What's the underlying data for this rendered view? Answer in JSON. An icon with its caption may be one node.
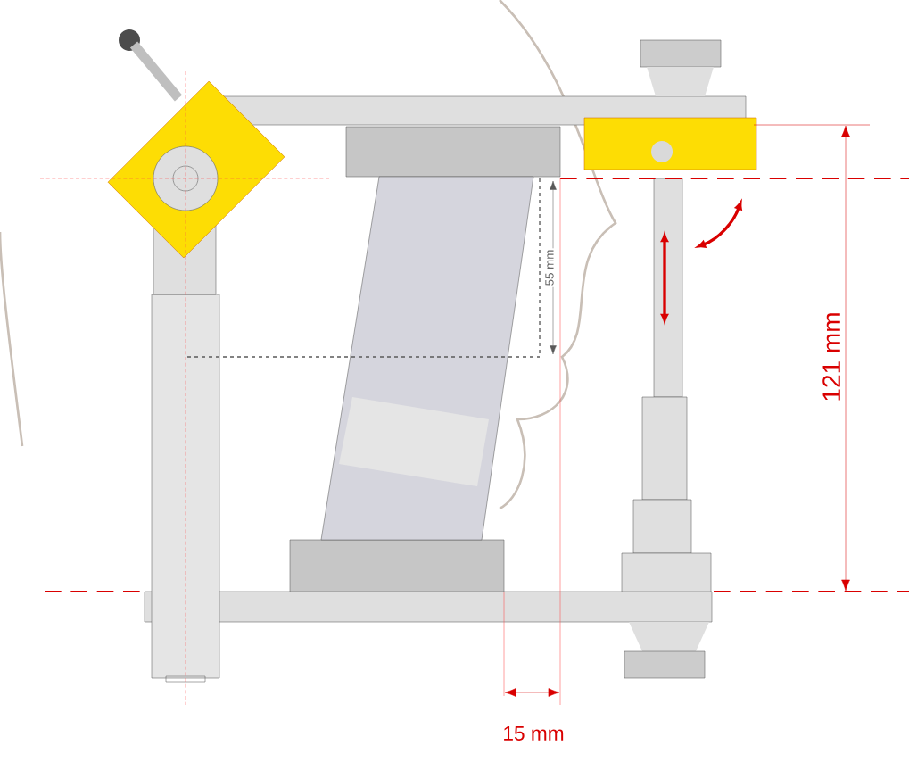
{
  "diagram": {
    "labels": [
      "55 mm",
      "121 mm",
      "15 mm"
    ]
  }
}
